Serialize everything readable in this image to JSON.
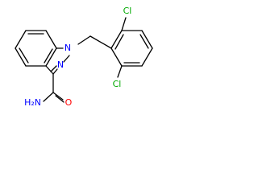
{
  "molecule": {
    "labels": {
      "cl_top": "Cl",
      "cl_bottom": "Cl",
      "n1": "N",
      "n2": "N",
      "o": "O",
      "nh2": "H₂N"
    },
    "colors": {
      "bond": "#000000",
      "carbon": "#000000",
      "nitrogen": "#0000ff",
      "oxygen": "#ff0000",
      "chlorine": "#00aa00"
    }
  }
}
